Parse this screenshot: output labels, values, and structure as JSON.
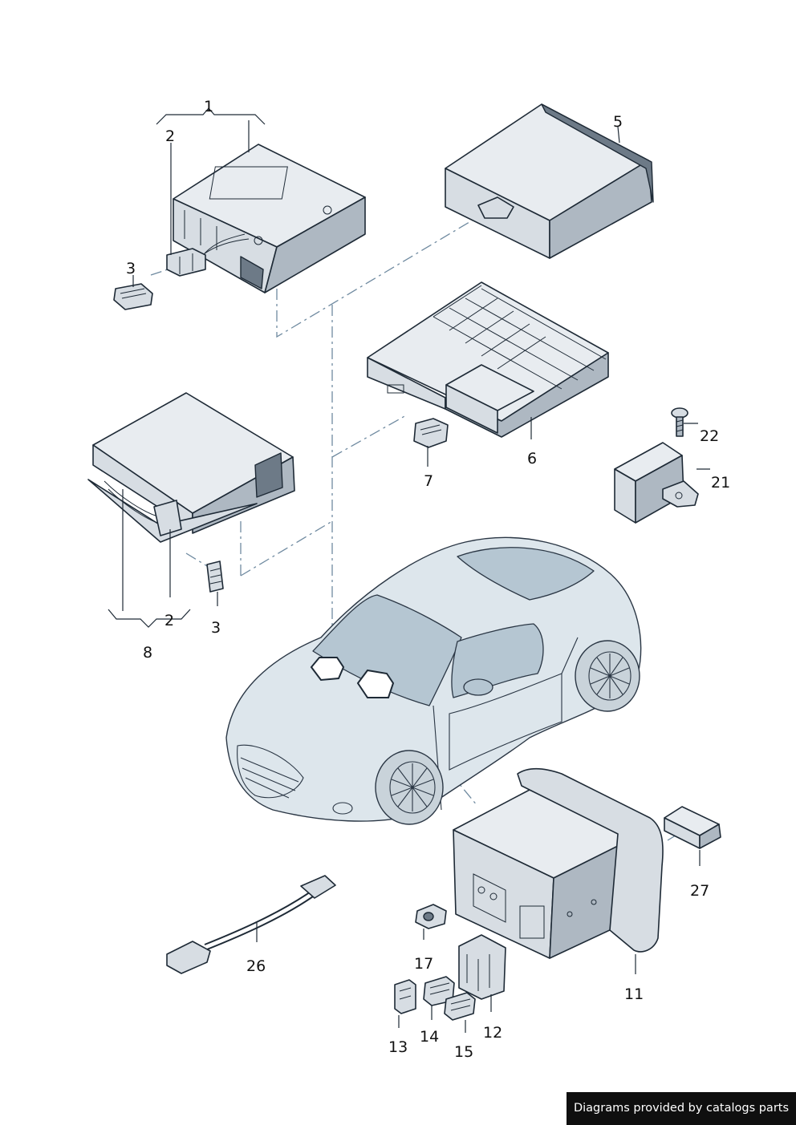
{
  "callouts": {
    "c1": "1",
    "c2_top": "2",
    "c3_top": "3",
    "c5": "5",
    "c6": "6",
    "c7": "7",
    "c8": "8",
    "c2_bottom": "2",
    "c3_bottom": "3",
    "c21": "21",
    "c22": "22",
    "c11": "11",
    "c12": "12",
    "c13": "13",
    "c14": "14",
    "c15": "15",
    "c17": "17",
    "c26": "26",
    "c27": "27"
  },
  "footer": {
    "text": "Diagrams provided by catalogs parts"
  }
}
